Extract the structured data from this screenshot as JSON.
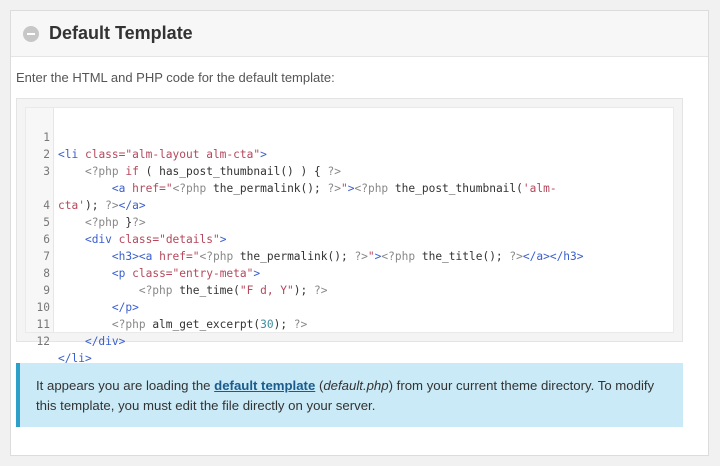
{
  "panel": {
    "title": "Default Template",
    "toggle_icon": "minus-circle-icon"
  },
  "description": "Enter the HTML and PHP code for the default template:",
  "code": {
    "lines": [
      {
        "num": "1"
      },
      {
        "num": "2"
      },
      {
        "num": "3"
      },
      {
        "num": ""
      },
      {
        "num": "4"
      },
      {
        "num": "5"
      },
      {
        "num": "6"
      },
      {
        "num": "7"
      },
      {
        "num": "8"
      },
      {
        "num": "9"
      },
      {
        "num": "10"
      },
      {
        "num": "11"
      },
      {
        "num": "12"
      }
    ]
  },
  "notice": {
    "text_before": "It appears you are loading the ",
    "link_text": "default template",
    "text_middle": " (",
    "filename": "default.php",
    "text_after": ") from your current theme directory. To modify this template, you must edit the file directly on your server."
  },
  "colors": {
    "notice_bg": "#c9eaf6",
    "notice_border": "#2e9fc9",
    "tag": "#3a5fcd",
    "string": "#b5485b"
  }
}
